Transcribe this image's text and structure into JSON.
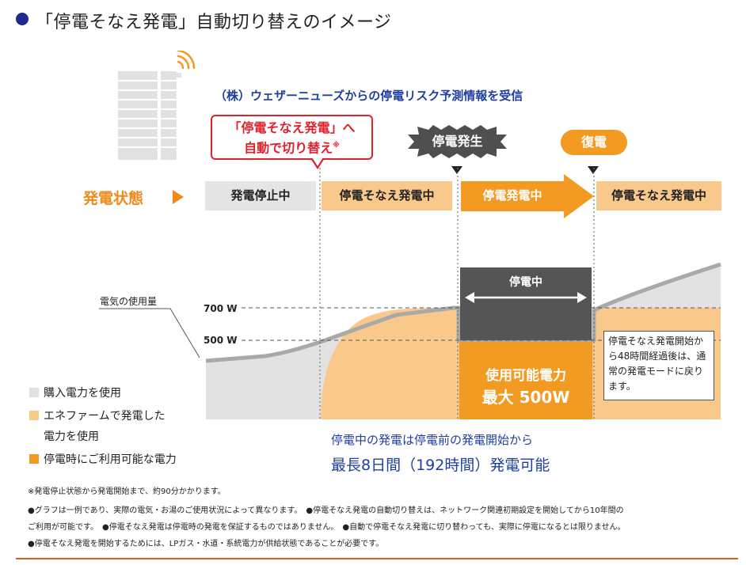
{
  "title": "「停電そなえ発電」自動切り替えのイメージ",
  "forecast_text": "（株）ウェザーニューズからの停電リスク予測情報を受信",
  "callout": {
    "line1": "「停電そなえ発電」へ",
    "line2": "自動で切り替え",
    "mark": "※"
  },
  "badges": {
    "outage": "停電発生",
    "restore": "復電"
  },
  "generation_label": "発電状態",
  "states": [
    "発電停止中",
    "停電そなえ発電中",
    "停電発電中",
    "停電そなえ発電中"
  ],
  "usage_label": "電気の使用量",
  "levels": {
    "high": "700 W",
    "low": "500 W"
  },
  "outage_box": "停電中",
  "available": {
    "line1": "使用可能電力",
    "line2": "最大 500W"
  },
  "note": "停電そなえ発電開始から48時間経過後は、通常の発電モードに戻ります。",
  "legend": [
    {
      "label": "購入電力を使用",
      "color": "#e2e2e2"
    },
    {
      "label": "エネファームで発電した",
      "label2": "電力を使用",
      "color": "#f9c98c"
    },
    {
      "label": "停電時にご利用可能な電力",
      "color": "#f39a22"
    }
  ],
  "summary": {
    "line1": "停電中の発電は停電前の発電開始から",
    "line2": "最長8日間（192時間）発電可能"
  },
  "footnotes": [
    "※発電停止状態から発電開始まで、約90分かかります。",
    "●グラフは一例であり、実際の電気・お湯のご使用状況によって異なります。　●停電そなえ発電の自動切り替えは、ネットワーク関連初期設定を開始してから10年間の",
    "ご利用が可能です。　●停電そなえ発電は停電時の発電を保証するものではありません。　●自動で停電そなえ発電に切り替わっても、実際に停電になるとは限りません。",
    "●停電そなえ発電を開始するためには、LPガス・水道・系統電力が供給状態であることが必要です。"
  ],
  "colors": {
    "navy": "#1f2a8c",
    "orange": "#f39a22",
    "light_orange": "#f9c98c",
    "gray": "#e2e2e2",
    "red": "#e0202a",
    "blue": "#1f3f9f"
  }
}
